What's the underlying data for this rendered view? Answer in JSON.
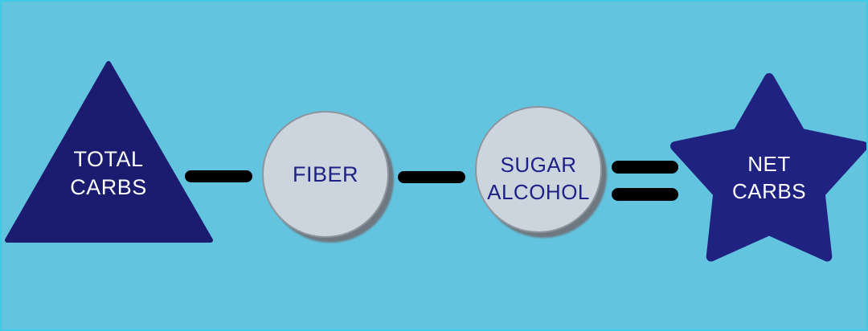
{
  "diagram": {
    "equation": "TOTAL CARBS − FIBER − SUGAR ALCOHOL = NET CARBS",
    "nodes": [
      {
        "id": "total-carbs",
        "shape": "triangle",
        "lines": [
          "TOTAL",
          "CARBS"
        ],
        "fill": "#1b1c70",
        "text_color": "#ffffff"
      },
      {
        "id": "fiber",
        "shape": "circle",
        "lines": [
          "FIBER"
        ],
        "fill": "#ccd4de",
        "text_color": "#1e2186"
      },
      {
        "id": "sugar-alcohol",
        "shape": "circle",
        "lines": [
          "SUGAR",
          "ALCOHOL"
        ],
        "fill": "#ccd4de",
        "text_color": "#1e2186"
      },
      {
        "id": "net-carbs",
        "shape": "star",
        "lines": [
          "NET",
          "CARBS"
        ],
        "fill": "#1f2280",
        "text_color": "#ffffff"
      }
    ],
    "operators": [
      {
        "id": "minus-1",
        "symbol": "−"
      },
      {
        "id": "minus-2",
        "symbol": "−"
      },
      {
        "id": "equals",
        "symbol": "="
      }
    ],
    "colors": {
      "background": "#63c4df",
      "border": "#3ecbe8",
      "triangle_navy": "#1b1c70",
      "star_navy": "#1f2280",
      "circle_fill": "#ccd4de",
      "circle_border": "#8e959e",
      "circle_shadow": "#6f7881",
      "operator_black": "#000000"
    }
  }
}
